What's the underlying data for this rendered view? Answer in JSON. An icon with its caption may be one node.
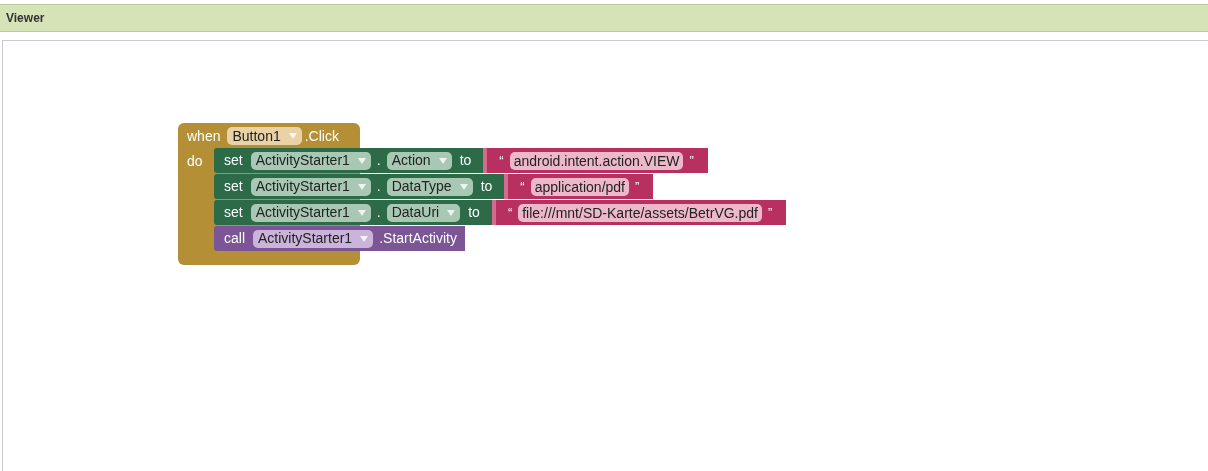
{
  "diagram": {
    "title": "Viewer",
    "nodes": [
      {
        "text": [
          "when",
          ".Click",
          "do"
        ]
      },
      {
        "text": [
          "Button1"
        ],
        "in": 0
      },
      {
        "text": [
          "set",
          ".",
          "to"
        ]
      },
      {
        "text": [
          "ActivityStarter1"
        ],
        "in": 2
      },
      {
        "text": [
          "Action"
        ],
        "in": 2
      },
      {
        "text": [
          "“",
          "”"
        ],
        "in": 2
      },
      {
        "text": [
          "android.intent.action.VIEW"
        ],
        "in": 5
      },
      {
        "text": [
          "set",
          ".",
          "to"
        ]
      },
      {
        "text": [
          "ActivityStarter1"
        ],
        "in": 7
      },
      {
        "text": [
          "DataType"
        ],
        "in": 7
      },
      {
        "text": [
          "“",
          "”"
        ],
        "in": 7
      },
      {
        "text": [
          "application/pdf"
        ],
        "in": 10
      },
      {
        "text": [
          "set",
          ".",
          "to"
        ]
      },
      {
        "text": [
          "ActivityStarter1"
        ],
        "in": 12
      },
      {
        "text": [
          "DataUri"
        ],
        "in": 12
      },
      {
        "text": [
          "“",
          "”"
        ],
        "in": 12
      },
      {
        "text": [
          "file:///mnt/SD-Karte/assets/BetrVG.pdf"
        ],
        "in": 15
      },
      {
        "text": [
          "call",
          ".StartActivity"
        ]
      },
      {
        "text": [
          "ActivityStarter1"
        ],
        "in": 17
      }
    ],
    "edges": []
  }
}
